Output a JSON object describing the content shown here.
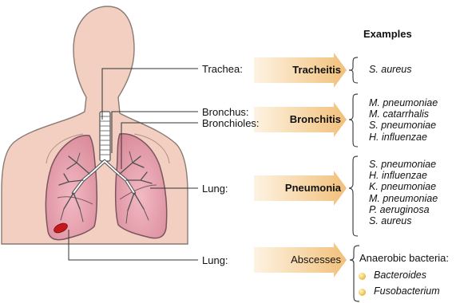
{
  "header": {
    "examples": "Examples"
  },
  "rows": [
    {
      "site": "Trachea:",
      "disease": "Tracheitis",
      "examples": [
        "S. aureus"
      ]
    },
    {
      "site_lines": [
        "Bronchus:",
        "Bronchioles:"
      ],
      "disease": "Bronchitis",
      "examples": [
        "M. pneumoniae",
        "M. catarrhalis",
        "S. pneumoniae",
        "H. influenzae"
      ]
    },
    {
      "site": "Lung:",
      "disease": "Pneumonia",
      "examples": [
        "S. pneumoniae",
        "H. influenzae",
        "K. pneumoniae",
        "M. pneumoniae",
        "P. aeruginosa",
        "S. aureus"
      ]
    },
    {
      "site": "Lung:",
      "disease": "Abscesses",
      "heading": "Anaerobic bacteria:",
      "examples": [
        "Bacteroides",
        "Fusobacterium"
      ]
    }
  ],
  "colors": {
    "skin": "#f2cfc1",
    "skin_edge": "#8a7a74",
    "lung": "#e9a9b5",
    "lung_edge": "#7a5560",
    "abscess": "#c41a1a",
    "arrow_fill": "#f3c98a",
    "bullet": "#e8b84a"
  }
}
